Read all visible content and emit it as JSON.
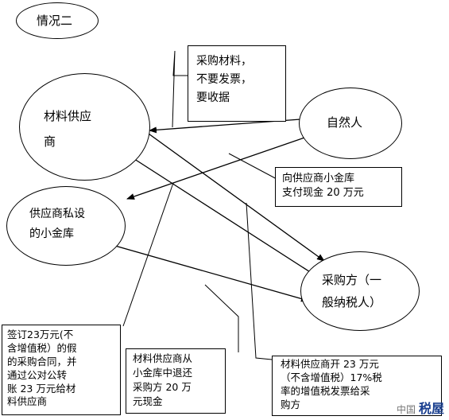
{
  "scenario_title": "情况二",
  "nodes": {
    "supplier": "材料供应\n商",
    "person": "自然人",
    "vault": "供应商私设\n的小金库",
    "buyer": "采购方（一\n般纳税人）"
  },
  "notes": {
    "buy_material": "采购材料，\n不要发票，\n要收据",
    "pay_cash": "向供应商小金库\n支付现金 20 万元",
    "fake_contract": "签订23万元(不\n含增值税）的假\n的采购合同，并\n通过公对公转\n账 23 万元给材\n料供应商",
    "refund": "材料供应商从\n小金库中退还\n采购方 20 万\n元现金",
    "invoice": "材料供应商开 23 万元\n（不含增值税）17%税\n率的增值税发票给采\n购方"
  },
  "watermark": {
    "cn": "中国",
    "brand": "税屋"
  }
}
